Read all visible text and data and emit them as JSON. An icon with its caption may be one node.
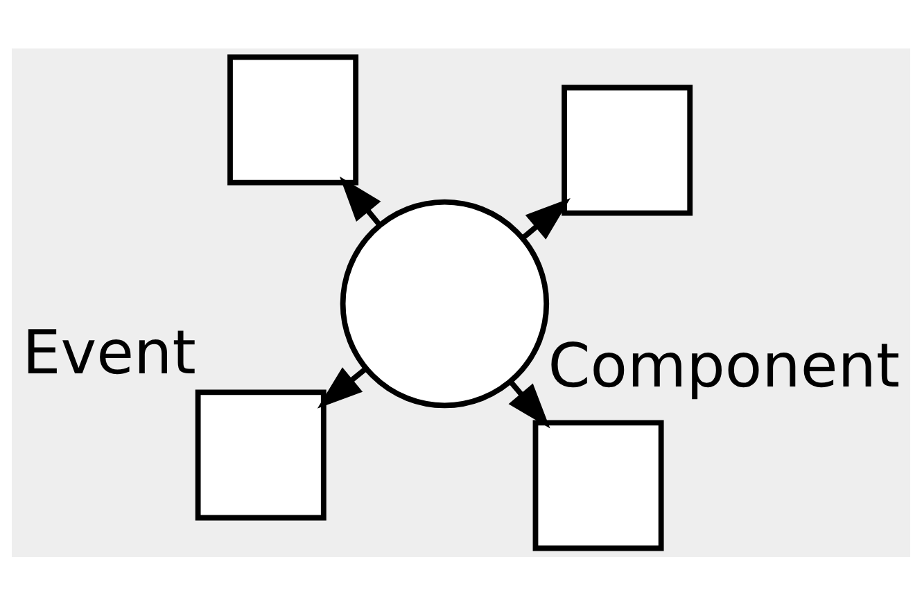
{
  "diagram": {
    "nodes": [
      {
        "text": [],
        "shape": "box",
        "beside": [
          "Event"
        ]
      },
      {
        "text": [],
        "shape": "box"
      },
      {
        "text": [],
        "shape": "circle",
        "beside": [
          "Component"
        ]
      },
      {
        "text": [],
        "shape": "box"
      },
      {
        "text": [],
        "shape": "box"
      }
    ],
    "edges": [
      {
        "from": 2,
        "to": 0,
        "arrow": "to"
      },
      {
        "from": 2,
        "to": 1,
        "arrow": "to"
      },
      {
        "from": 2,
        "to": 3,
        "arrow": "to"
      },
      {
        "from": 2,
        "to": 4,
        "arrow": "to"
      }
    ]
  }
}
